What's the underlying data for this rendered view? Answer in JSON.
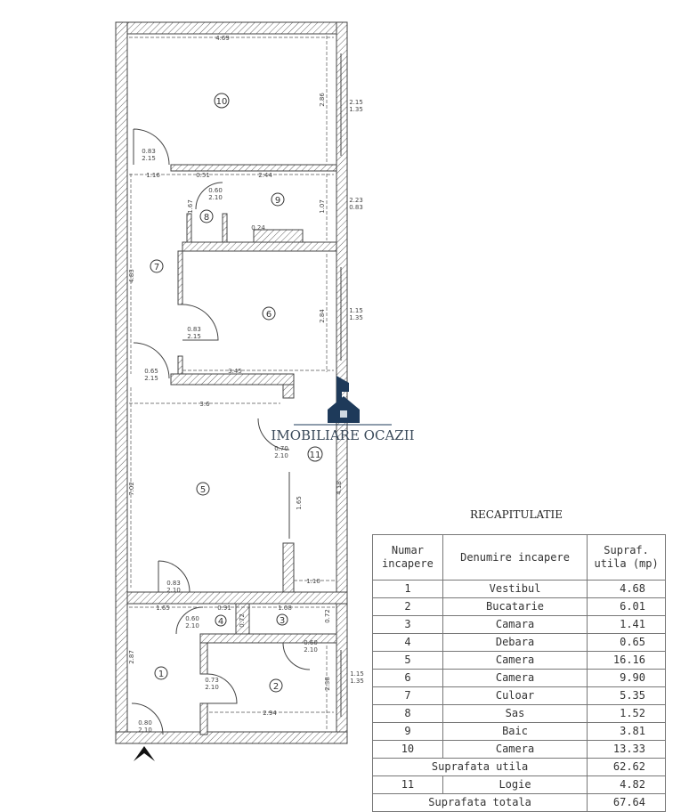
{
  "plan": {
    "rooms": [
      "10",
      "9",
      "8",
      "7",
      "6",
      "5",
      "11",
      "4",
      "3",
      "1",
      "2"
    ],
    "dims": [
      "4.69",
      "2.86",
      "2.15",
      "1.35",
      "0.83",
      "2.15",
      "1.16",
      "0.51",
      "2.44",
      "0.60",
      "2.10",
      "1.67",
      "1.07",
      "2.23",
      "0.83",
      "0.24",
      "4.83",
      "0.83",
      "2.15",
      "2.84",
      "1.15",
      "1.35",
      "0.65",
      "2.15",
      "3.45",
      "3.6",
      "0.70",
      "2.10",
      "1.65",
      "4.18",
      "7.02",
      "0.83",
      "2.10",
      "1.10",
      "1.65",
      "0.91",
      "1.08",
      "0.60",
      "2.10",
      "0.72",
      "0.72",
      "0.60",
      "2.10",
      "2.87",
      "0.73",
      "2.10",
      "2.38",
      "1.15",
      "1.35",
      "2.94",
      "0.80",
      "2.10"
    ]
  },
  "watermark": {
    "text": "IMOBILIARE OCAZII",
    "color": "#1e3a5a"
  },
  "recap": {
    "title": "RECAPITULATIE",
    "headers": [
      "Numar incapere",
      "Denumire incapere",
      "Supraf. utila (mp)"
    ],
    "rows": [
      [
        "1",
        "Vestibul",
        "4.68"
      ],
      [
        "2",
        "Bucatarie",
        "6.01"
      ],
      [
        "3",
        "Camara",
        "1.41"
      ],
      [
        "4",
        "Debara",
        "0.65"
      ],
      [
        "5",
        "Camera",
        "16.16"
      ],
      [
        "6",
        "Camera",
        "9.90"
      ],
      [
        "7",
        "Culoar",
        "5.35"
      ],
      [
        "8",
        "Sas",
        "1.52"
      ],
      [
        "9",
        "Baic",
        "3.81"
      ],
      [
        "10",
        "Camera",
        "13.33"
      ]
    ],
    "subtotal": {
      "label": "Suprafata utila",
      "value": "62.62"
    },
    "logia": [
      "11",
      "Logie",
      "4.82"
    ],
    "total": {
      "label": "Suprafata totala",
      "value": "67.64"
    }
  }
}
